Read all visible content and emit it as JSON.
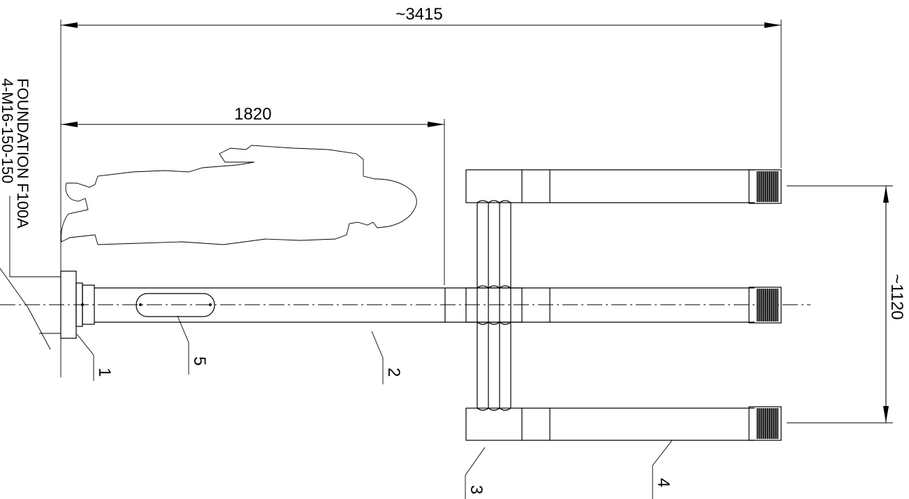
{
  "dimensions": {
    "overall_length": "~3415",
    "person_length": "1820",
    "spacing": "~1120"
  },
  "foundation": {
    "line1": "FOUNDATION  F100A",
    "line2": "4-M16-150-150"
  },
  "part_labels": {
    "p1": "1",
    "p2": "2",
    "p3": "3",
    "p4": "4",
    "p5": "5"
  }
}
